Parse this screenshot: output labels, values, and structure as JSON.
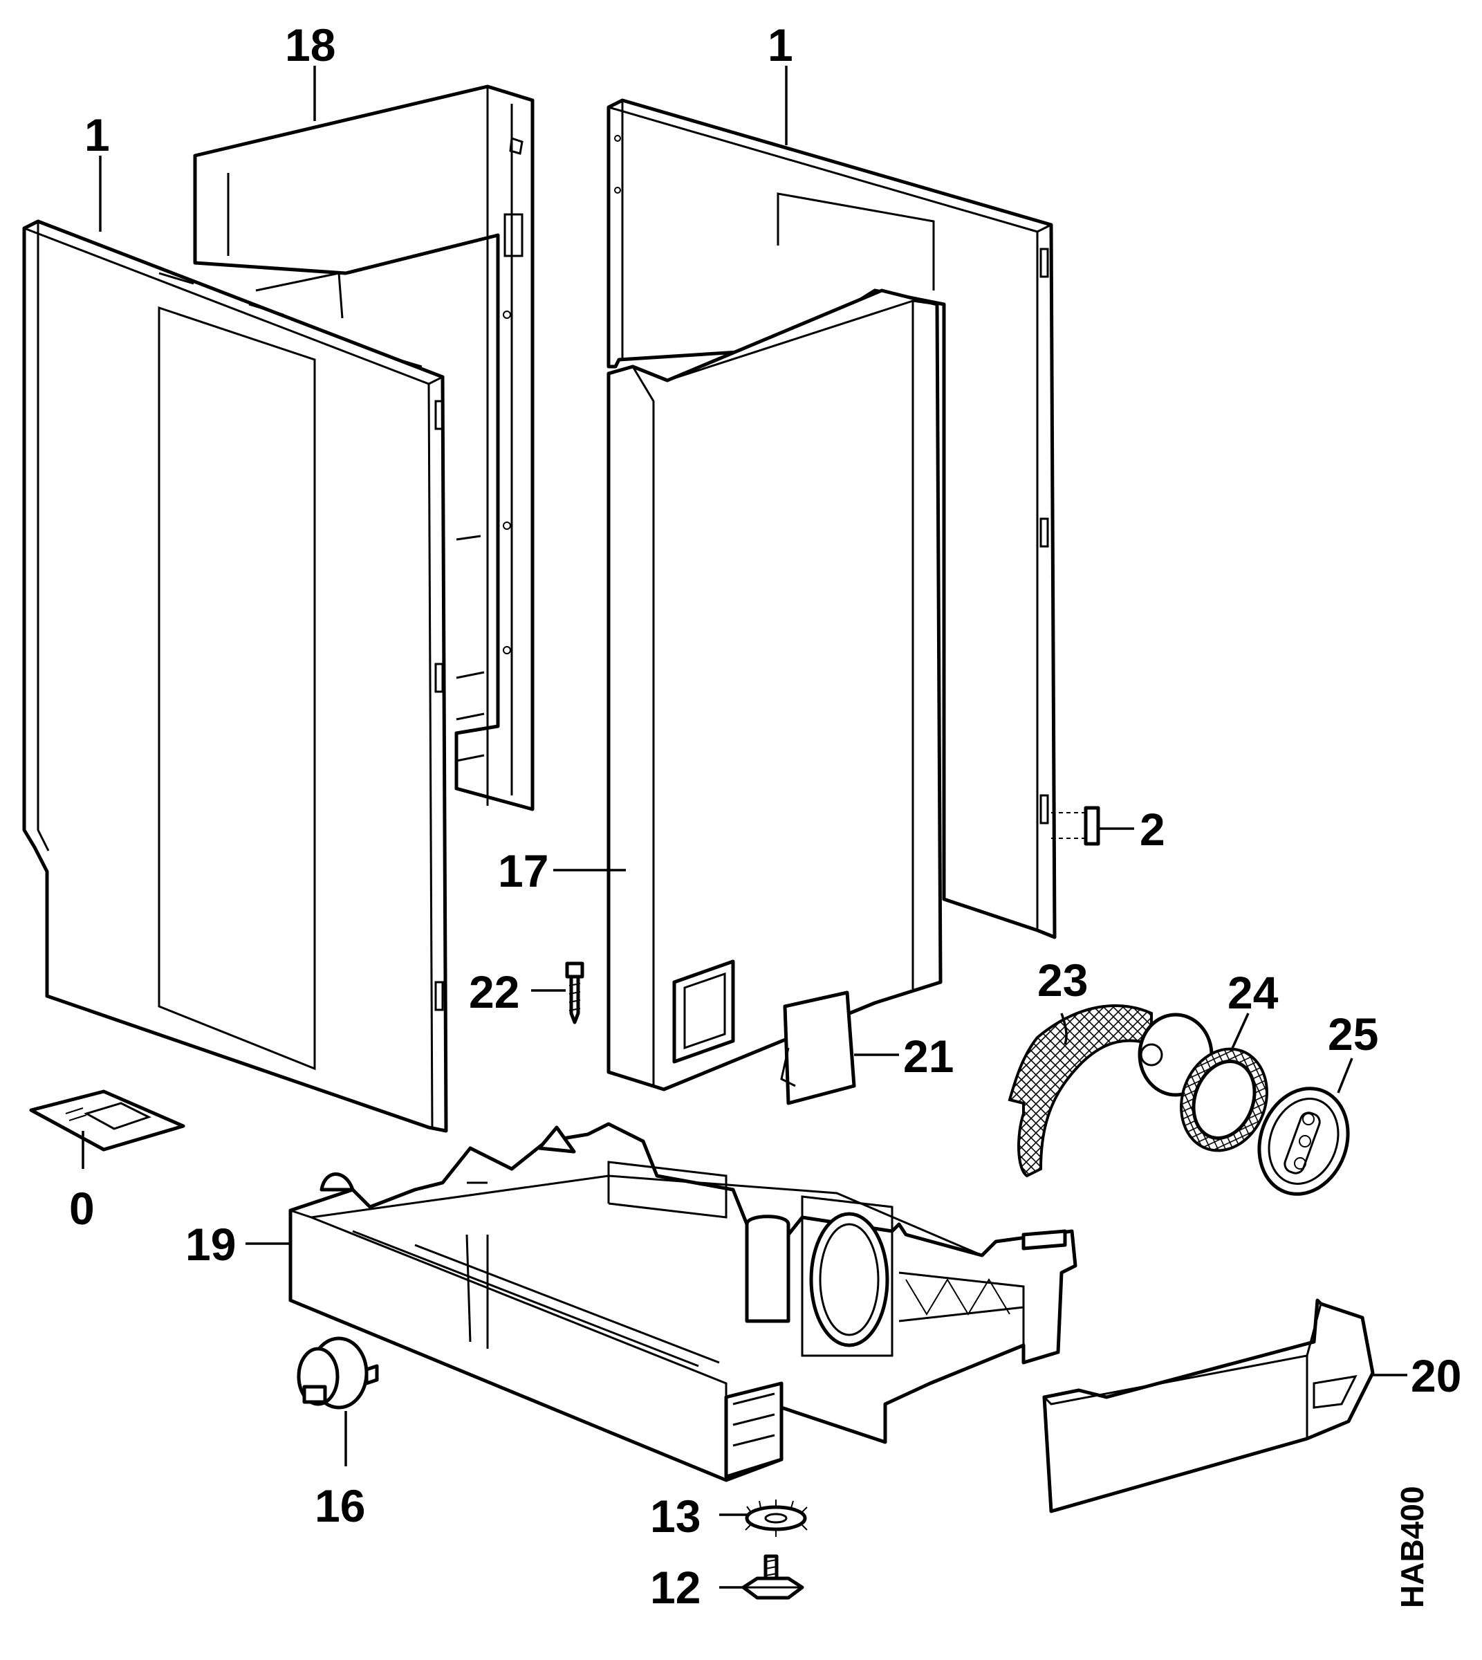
{
  "diagram_code": "HAB400",
  "callouts": [
    {
      "id": "c18",
      "label": "18"
    },
    {
      "id": "c1a",
      "label": "1"
    },
    {
      "id": "c1b",
      "label": "1"
    },
    {
      "id": "c2",
      "label": "2"
    },
    {
      "id": "c17",
      "label": "17"
    },
    {
      "id": "c22",
      "label": "22"
    },
    {
      "id": "c21",
      "label": "21"
    },
    {
      "id": "c23",
      "label": "23"
    },
    {
      "id": "c24",
      "label": "24"
    },
    {
      "id": "c25",
      "label": "25"
    },
    {
      "id": "c0",
      "label": "0"
    },
    {
      "id": "c19",
      "label": "19"
    },
    {
      "id": "c16",
      "label": "16"
    },
    {
      "id": "c20",
      "label": "20"
    },
    {
      "id": "c13",
      "label": "13"
    },
    {
      "id": "c12",
      "label": "12"
    }
  ]
}
